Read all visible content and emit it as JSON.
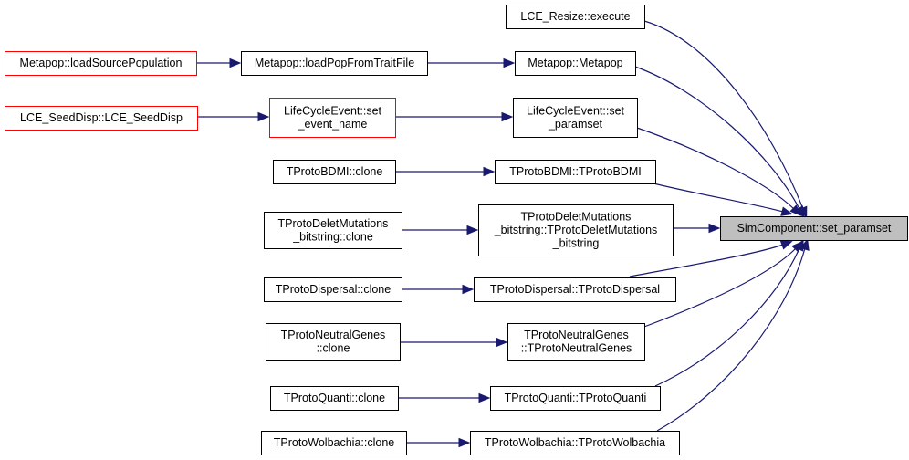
{
  "colors": {
    "edge": "#191970",
    "highlight_fill": "#bfbfbf",
    "red_border": "#ff0000"
  },
  "nodes": [
    {
      "id": "set_paramset",
      "lines": [
        "SimComponent::set_paramset"
      ],
      "style": "highlight"
    },
    {
      "id": "lce_resize_execute",
      "lines": [
        "LCE_Resize::execute"
      ],
      "style": "normal"
    },
    {
      "id": "metapop_ctor",
      "lines": [
        "Metapop::Metapop"
      ],
      "style": "normal"
    },
    {
      "id": "load_pop_from_trait_file",
      "lines": [
        "Metapop::loadPopFromTraitFile"
      ],
      "style": "normal"
    },
    {
      "id": "load_source_population",
      "lines": [
        "Metapop::loadSourcePopulation"
      ],
      "style": "red"
    },
    {
      "id": "lce_set_paramset",
      "lines": [
        "LifeCycleEvent::set",
        "_paramset"
      ],
      "style": "normal"
    },
    {
      "id": "lce_set_event_name",
      "lines": [
        "LifeCycleEvent::set",
        "_event_name"
      ],
      "style": "red"
    },
    {
      "id": "lce_seeddisp",
      "lines": [
        "LCE_SeedDisp::LCE_SeedDisp"
      ],
      "style": "red"
    },
    {
      "id": "bdmi_ctor",
      "lines": [
        "TProtoBDMI::TProtoBDMI"
      ],
      "style": "normal"
    },
    {
      "id": "bdmi_clone",
      "lines": [
        "TProtoBDMI::clone"
      ],
      "style": "normal"
    },
    {
      "id": "delet_ctor",
      "lines": [
        "TProtoDeletMutations",
        "_bitstring::TProtoDeletMutations",
        "_bitstring"
      ],
      "style": "normal"
    },
    {
      "id": "delet_clone",
      "lines": [
        "TProtoDeletMutations",
        "_bitstring::clone"
      ],
      "style": "normal"
    },
    {
      "id": "disp_ctor",
      "lines": [
        "TProtoDispersal::TProtoDispersal"
      ],
      "style": "normal"
    },
    {
      "id": "disp_clone",
      "lines": [
        "TProtoDispersal::clone"
      ],
      "style": "normal"
    },
    {
      "id": "neutral_ctor",
      "lines": [
        "TProtoNeutralGenes",
        "::TProtoNeutralGenes"
      ],
      "style": "normal"
    },
    {
      "id": "neutral_clone",
      "lines": [
        "TProtoNeutralGenes",
        "::clone"
      ],
      "style": "normal"
    },
    {
      "id": "quanti_ctor",
      "lines": [
        "TProtoQuanti::TProtoQuanti"
      ],
      "style": "normal"
    },
    {
      "id": "quanti_clone",
      "lines": [
        "TProtoQuanti::clone"
      ],
      "style": "normal"
    },
    {
      "id": "wolb_ctor",
      "lines": [
        "TProtoWolbachia::TProtoWolbachia"
      ],
      "style": "normal"
    },
    {
      "id": "wolb_clone",
      "lines": [
        "TProtoWolbachia::clone"
      ],
      "style": "normal"
    }
  ],
  "edges": [
    {
      "from": "lce_resize_execute",
      "to": "set_paramset"
    },
    {
      "from": "metapop_ctor",
      "to": "set_paramset"
    },
    {
      "from": "lce_set_paramset",
      "to": "set_paramset"
    },
    {
      "from": "bdmi_ctor",
      "to": "set_paramset"
    },
    {
      "from": "delet_ctor",
      "to": "set_paramset"
    },
    {
      "from": "disp_ctor",
      "to": "set_paramset"
    },
    {
      "from": "neutral_ctor",
      "to": "set_paramset"
    },
    {
      "from": "quanti_ctor",
      "to": "set_paramset"
    },
    {
      "from": "wolb_ctor",
      "to": "set_paramset"
    },
    {
      "from": "load_pop_from_trait_file",
      "to": "metapop_ctor"
    },
    {
      "from": "load_source_population",
      "to": "load_pop_from_trait_file"
    },
    {
      "from": "lce_set_event_name",
      "to": "lce_set_paramset"
    },
    {
      "from": "lce_seeddisp",
      "to": "lce_set_event_name"
    },
    {
      "from": "bdmi_clone",
      "to": "bdmi_ctor"
    },
    {
      "from": "delet_clone",
      "to": "delet_ctor"
    },
    {
      "from": "disp_clone",
      "to": "disp_ctor"
    },
    {
      "from": "neutral_clone",
      "to": "neutral_ctor"
    },
    {
      "from": "quanti_clone",
      "to": "quanti_ctor"
    },
    {
      "from": "wolb_clone",
      "to": "wolb_ctor"
    }
  ]
}
